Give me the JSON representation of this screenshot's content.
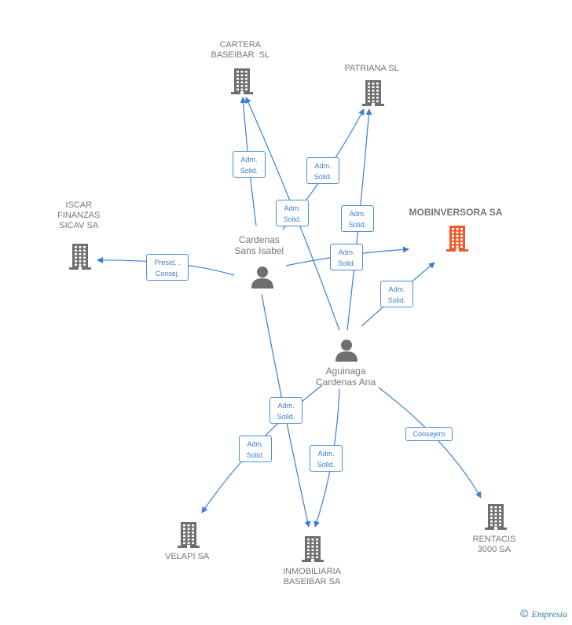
{
  "colors": {
    "edge": "#3b7fd4",
    "building": "#6f6f6f",
    "focus_building": "#f05a2a",
    "person": "#6f6f6f"
  },
  "companies": [
    {
      "id": "cartera",
      "label": "CARTERA\nBASEIBAR  SL",
      "icon": "building-icon"
    },
    {
      "id": "patriana",
      "label": "PATRIANA SL",
      "icon": "building-icon"
    },
    {
      "id": "iscar",
      "label": "ISCAR\nFINANZAS\nSICAV SA",
      "icon": "building-icon"
    },
    {
      "id": "mobinversora",
      "label": "MOBINVERSORA SA",
      "icon": "building-icon",
      "focus": true
    },
    {
      "id": "velapi",
      "label": "VELAPI SA",
      "icon": "building-icon"
    },
    {
      "id": "inmobiliaria",
      "label": "INMOBILIARIA\nBASEIBAR SA",
      "icon": "building-icon"
    },
    {
      "id": "rentacis",
      "label": "RENTACIS\n3000 SA",
      "icon": "building-icon"
    }
  ],
  "persons": [
    {
      "id": "cardenas",
      "label": "Cardenas\nSans Isabel",
      "icon": "person-icon"
    },
    {
      "id": "aguinaga",
      "label": "Aguinaga\nCardenas Ana",
      "icon": "person-icon"
    }
  ],
  "relations": [
    {
      "id": "r1",
      "from": "cardenas",
      "to": "cartera",
      "role": "Adm.\nSolid."
    },
    {
      "id": "r2",
      "from": "aguinaga",
      "to": "cartera",
      "role": "Adm.\nSolid."
    },
    {
      "id": "r3",
      "from": "cardenas",
      "to": "patriana",
      "role": "Adm.\nSolid."
    },
    {
      "id": "r4",
      "from": "aguinaga",
      "to": "patriana",
      "role": "Adm.\nSolid."
    },
    {
      "id": "r5",
      "from": "cardenas",
      "to": "iscar",
      "role": "Presid. .\nConsej."
    },
    {
      "id": "r6",
      "from": "cardenas",
      "to": "mobinversora",
      "role": "Adm.\nSolid."
    },
    {
      "id": "r7",
      "from": "aguinaga",
      "to": "mobinversora",
      "role": "Adm.\nSolid."
    },
    {
      "id": "r8",
      "from": "aguinaga",
      "to": "velapi",
      "role": "Adm.\nSolid."
    },
    {
      "id": "r9",
      "from": "cardenas",
      "to": "inmobiliaria",
      "role": "Adm.\nSolid."
    },
    {
      "id": "r10",
      "from": "aguinaga",
      "to": "inmobiliaria",
      "role": "Adm.\nSolid."
    },
    {
      "id": "r11",
      "from": "aguinaga",
      "to": "rentacis",
      "role": "Consejero"
    }
  ],
  "watermark": {
    "symbol": "©",
    "text": "Empresia"
  }
}
